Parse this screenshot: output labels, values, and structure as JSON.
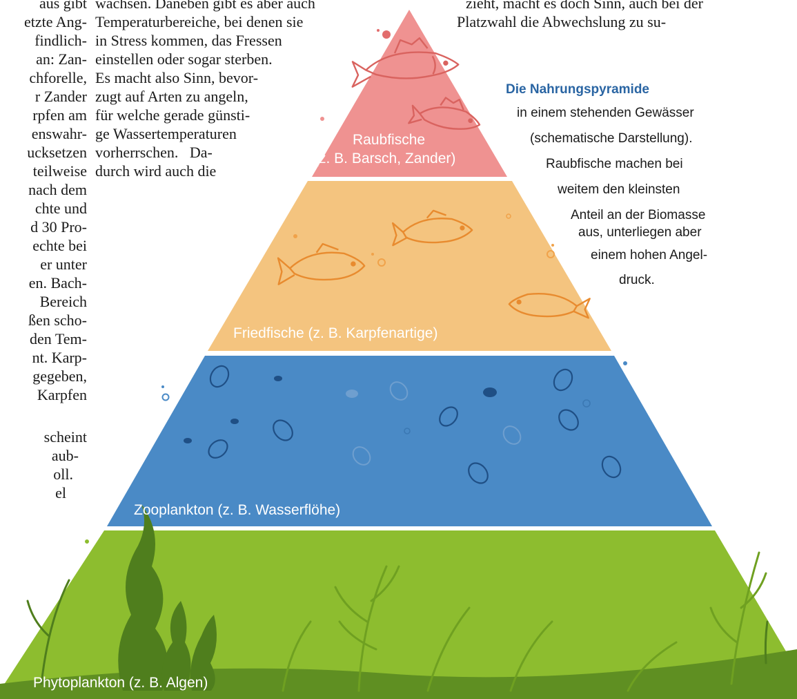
{
  "left_column": [
    "aus gibt",
    "etzte Ang-",
    "findlich-",
    "an: Zan-",
    "chforelle,",
    "r Zander",
    "rpfen am",
    "enswahr-",
    "ucksetzen",
    "teilweise",
    "nach dem",
    "chte und",
    "d 30 Pro-",
    "echte bei",
    "er unter",
    "en. Bach-",
    "Bereich",
    "ßen scho-",
    "den Tem-",
    "nt. Karp-",
    "gegeben,",
    "Karpfen",
    "",
    "scheint",
    "aub-",
    "oll.",
    "el"
  ],
  "middle_column": [
    "wachsen. Daneben gibt es aber auch",
    "Temperaturbereiche, bei denen sie",
    "in Stress kommen, das Fressen",
    "einstellen oder sogar sterben.",
    "Es macht also Sinn, bevor-",
    "zugt auf Arten zu angeln,",
    "für welche gerade günsti-",
    "ge Wassertemperaturen",
    "vorherrschen.   Da-",
    "durch wird auch die"
  ],
  "right_column": [
    "zieht, macht es doch Sinn, auch bei der",
    "Platzwahl die Abwechslung zu su-"
  ],
  "caption": {
    "title": "Die Nahrungspyramide",
    "lines": [
      "in einem stehenden Gewässer",
      "(schematische Darstellung).",
      "Raubfische machen bei",
      "weitem den kleinsten",
      "Anteil an der Biomasse",
      "aus, unterliegen aber",
      "einem hohen Angel-",
      "druck."
    ]
  },
  "pyramid": {
    "levels": [
      {
        "label_line1": "Raubfische",
        "label_line2": "(z. B. Barsch, Zander)",
        "color": "#ef9291"
      },
      {
        "label": "Friedfische (z. B. Karpfenartige)",
        "color": "#f4c47f"
      },
      {
        "label": "Zooplankton (z. B. Wasserflöhe)",
        "color": "#4a8ac6"
      },
      {
        "label": "Phytoplankton (z. B. Algen)",
        "color": "#8dbd2f"
      }
    ]
  }
}
